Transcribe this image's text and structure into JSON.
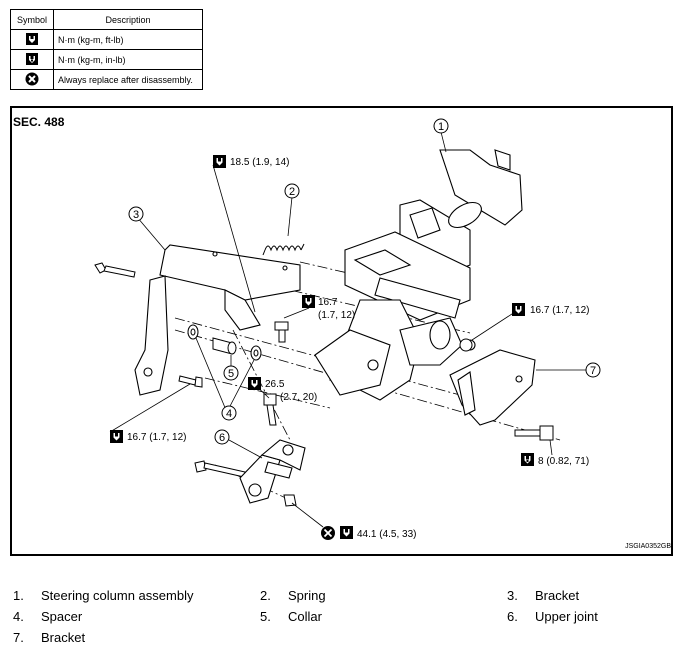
{
  "legend": {
    "header_symbol": "Symbol",
    "header_description": "Description",
    "rows": [
      {
        "icon": "torque-wrench-icon",
        "text": "N·m (kg-m, ft-lb)"
      },
      {
        "icon": "torque-wrench-small-icon",
        "text": "N·m (kg-m, in-lb)"
      },
      {
        "icon": "always-replace-icon",
        "text": "Always replace after disassembly."
      }
    ]
  },
  "diagram": {
    "section": "SEC. 488",
    "code": "JSGIA0352GB",
    "callouts": [
      "1",
      "2",
      "3",
      "4",
      "5",
      "6",
      "7"
    ],
    "torques": [
      "18.5 (1.9, 14)",
      "16.7",
      "(1.7, 12)",
      "16.7 (1.7, 12)",
      "26.5",
      "(2.7, 20)",
      "16.7 (1.7, 12)",
      "8 (0.82, 71)",
      "44.1 (4.5, 33)"
    ]
  },
  "parts": [
    {
      "num": "1.",
      "name": "Steering column assembly"
    },
    {
      "num": "2.",
      "name": "Spring"
    },
    {
      "num": "3.",
      "name": "Bracket"
    },
    {
      "num": "4.",
      "name": "Spacer"
    },
    {
      "num": "5.",
      "name": "Collar"
    },
    {
      "num": "6.",
      "name": "Upper joint"
    },
    {
      "num": "7.",
      "name": "Bracket"
    }
  ]
}
